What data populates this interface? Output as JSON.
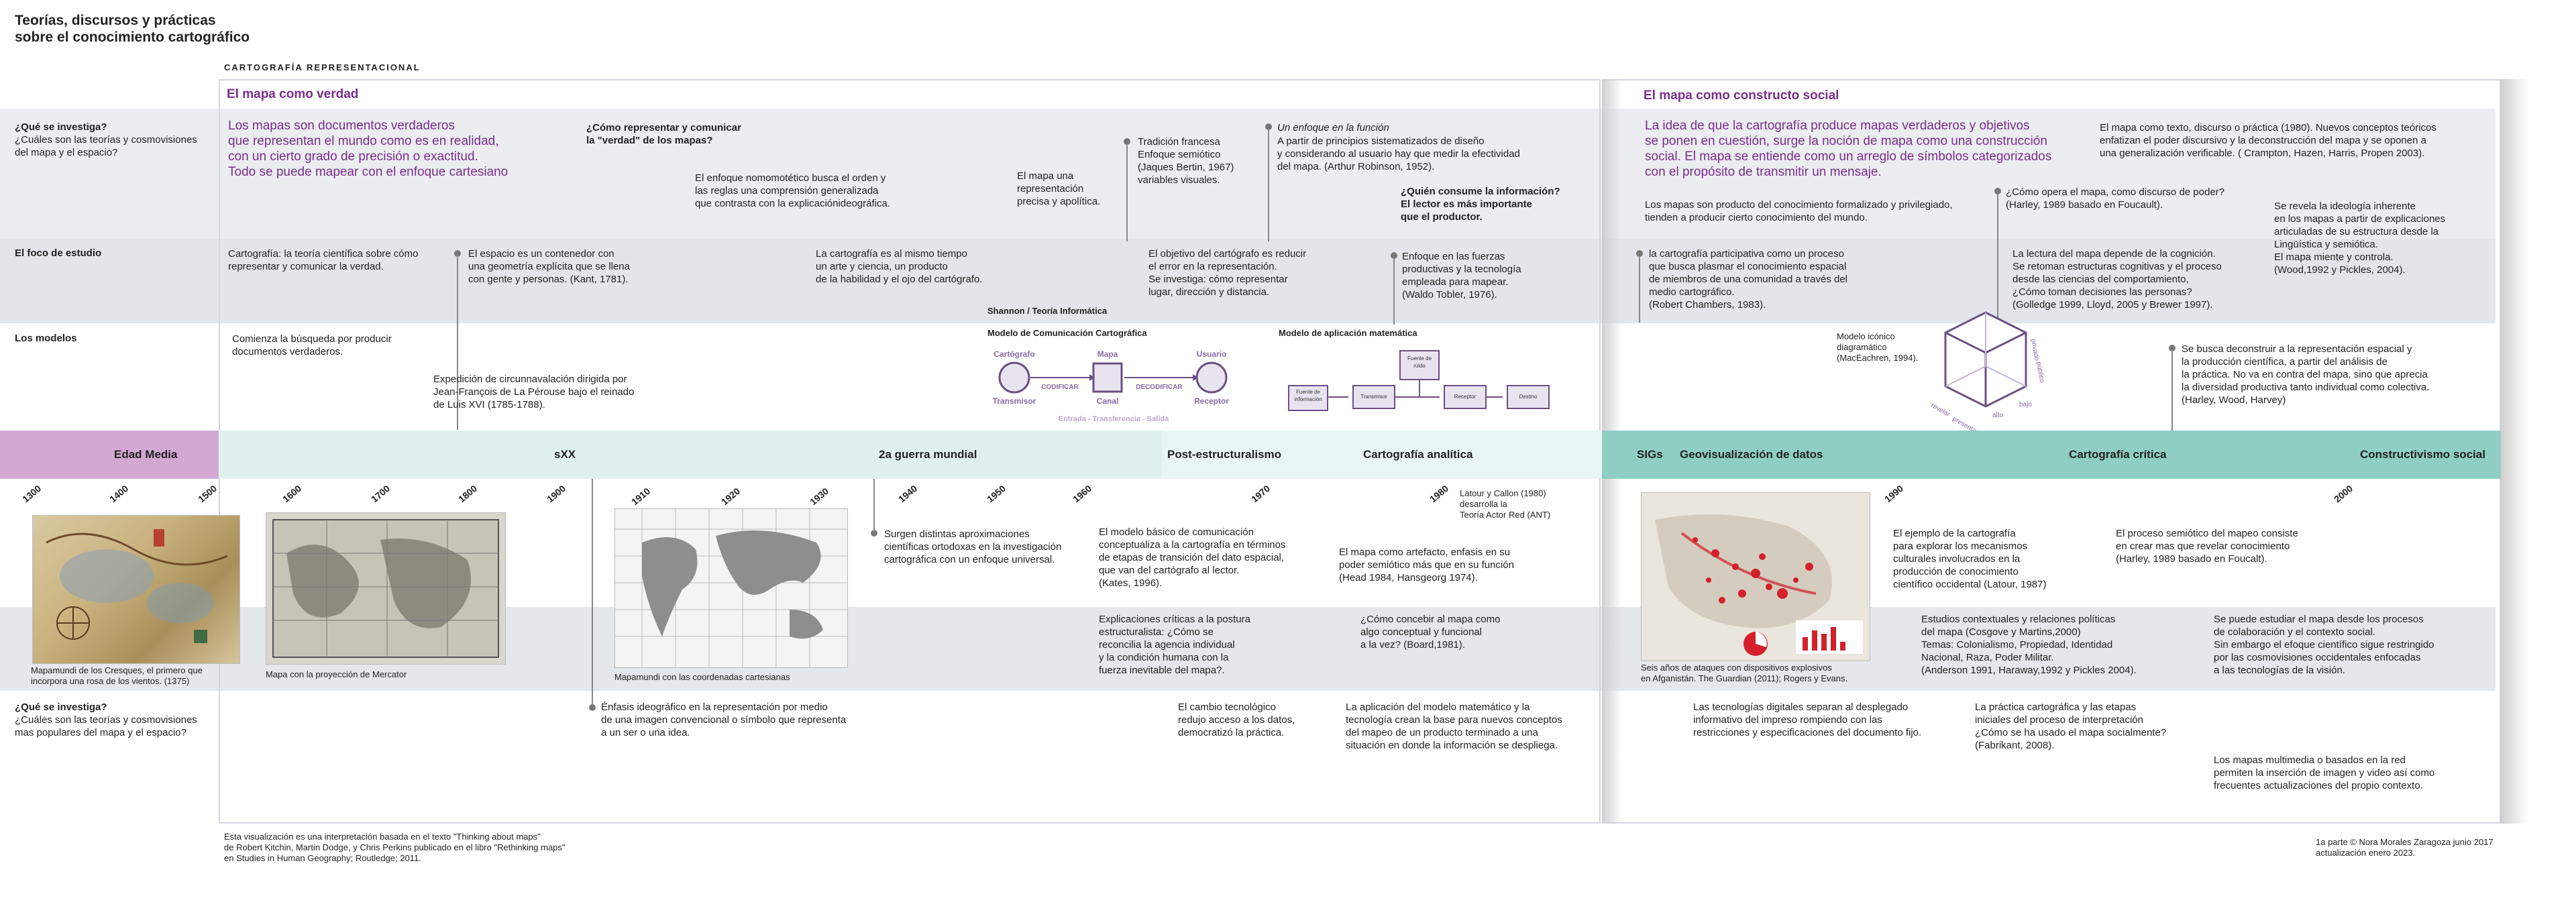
{
  "header": {
    "title": "Teorías, discursos y prácticas\nsobre el conocimiento cartográfico",
    "section_label": "CARTOGRAFÍA  REPRESENTACIONAL"
  },
  "panels": {
    "left_title": "El mapa como verdad",
    "right_title": "El mapa como constructo social"
  },
  "rows": {
    "investiga_label": "¿Qué se investiga?",
    "investiga_sub": "¿Cuáles son las teorías y cosmovisiones\ndel mapa y el espacio?",
    "foco_label": "El foco de estudio",
    "modelos_label": "Los modelos",
    "bottom_label": "¿Qué se investiga?",
    "bottom_sub": "¿Cuáles son las teorías y cosmovisiones\n mas populares del mapa y el espacio?"
  },
  "left": {
    "intro": "Los mapas son documentos verdaderos\nque representan el mundo como es en realidad,\ncon un cierto grado de precisión o exactitud.\nTodo se puede mapear con el enfoque cartesiano",
    "como_representar": "¿Cómo representar y comunicar\nla \"verdad\" de los mapas?",
    "nomotetico": "El enfoque nomomotético busca el orden y\nlas reglas una comprensión generalizada\nque contrasta con la explicaciónideográfica.",
    "preciso": "El mapa una\nrepresentación\nprecisa y apolítica.",
    "francesa": "Tradición francesa\nEnfoque semiótico\n(Jaques Bertin, 1967)\nvariables visuales.",
    "funcion_title": "Un enfoque en la función",
    "funcion": "A partir de principios sistematizados de diseño\ny considerando al usuario hay que medir la efectividad\ndel mapa. (Arthur Robinson, 1952).",
    "quien_consume": "¿Quién consume la información?\nEl lector es más importante\nque el productor.",
    "foco_cartografia": "Cartografía: la teoría científica sobre cómo\nrepresentar y comunicar la verdad.",
    "foco_espacio": "El espacio es un contenedor con\nuna geometría explícita que se llena\ncon gente y personas.     (Kant, 1781).",
    "foco_arte": "La cartografía es al mismo tiempo\nun arte y ciencia, un producto\nde la habilidad y el ojo del cartógrafo.",
    "foco_objetivo": "El objetivo del cartógrafo es reducir\nel error en la representación.\nSe investiga: cómo representar\nlugar, dirección y distancia.",
    "foco_fuerzas": "Enfoque en las fuerzas\nproductivas y la tecnología\nempleada para mapear.\n(Waldo Tobler, 1976).",
    "modelos_busqueda": "Comienza la búsqueda por producir\ndocumentos verdaderos.",
    "expedicion": "Expedición de circunnavalación dirigida por\nJean-François de La Pérouse bajo el reinado\nde Luis XVI (1785-1788).",
    "shannon": "Shannon / Teoría Informática",
    "modelo_com": "Modelo de Comunicación Cartográfica",
    "modelo_mat": "Modelo de aplicación matemática"
  },
  "com_model": {
    "nodes": [
      "Cartógrafo",
      "Mapa",
      "Usuario"
    ],
    "subs": [
      "Transmisor",
      "Canal",
      "Receptor"
    ],
    "arrows": [
      "CODIFICAR",
      "DECODIFICAR"
    ],
    "footer": "Entrada  -  Transferencia  -  Salida"
  },
  "math_model": {
    "boxes": [
      "Fuente de\ninformación",
      "Transmisor",
      "Fuente de\nruido",
      "Receptor",
      "Destino"
    ]
  },
  "right": {
    "intro": "La idea de que la cartografía produce mapas verdaderos y objetivos\nse ponen en cuestión, surge la noción de mapa como una construcción\nsocial. El mapa se entiende como un arreglo de símbolos categorizados\ncon el propósito de transmitir un mensaje.",
    "texto_discurso": "El mapa como texto, discurso o práctica (1980). Nuevos conceptos teóricos\nenfatizan el poder discursivo y la deconstrucción del mapa y se oponen a\nuna generalización verificable.  (  Crampton, Hazen, Harris, Propen 2003).",
    "producto": "Los mapas son producto del conocimiento formalizado y privilegiado,\ntienden a producir cierto conocimiento del mundo.",
    "opera": "¿Cómo opera el mapa, como discurso de poder?\n(Harley, 1989 basado en Foucault).",
    "ideologia": "Se revela la ideología inherente\nen los mapas a partir de explicaciones\narticuladas de su estructura desde la\nLingüística y semiótica.\nEl mapa miente y controla.\n(Wood,1992 y Pickles, 2004).",
    "participativa": "la cartografía participativa como un proceso\nque busca plasmar el conocimiento espacial\nde miembros de una comunidad a través del\nmedio cartográfico.\n(Robert Chambers, 1983).",
    "lectura": "La lectura del mapa depende de la cognición.\nSe retoman estructuras cognitivas y el proceso\ndesde las ciencias del comportamiento,\n¿Cómo toman decisiones las personas?\n(Golledge 1999, Lloyd, 2005 y Brewer 1997).",
    "iconico": "Modelo icónico\ndiagramático\n(MacEachren, 1994).",
    "deconstruir": "Se busca deconstruir a la representación espacial y\nla producción científica, a partir del análisis de\nla práctica. No va en contra del mapa, sino que aprecia\nla diversidad productiva tanto individual como colectiva.\n(Harley, Wood, Harvey)"
  },
  "cube_labels": [
    "privado",
    "público",
    "alto",
    "bajo",
    "revelar",
    "presentar"
  ],
  "timeline": {
    "eras": [
      "Edad Media",
      "sXX",
      "2a guerra mundial",
      "Post-estructuralismo",
      "Cartografía analítica",
      "SIGs",
      "Geovisualización de datos",
      "Cartografía crítica",
      "Constructivismo social"
    ],
    "ticks": [
      "1300",
      "1400",
      "1500",
      "1600",
      "1700",
      "1800",
      "1900",
      "1910",
      "1920",
      "1930",
      "1940",
      "1950",
      "1960",
      "1970",
      "1980",
      "1990",
      "2000"
    ]
  },
  "lower": {
    "cap_cresques": "Mapamundi de los Cresques, el primero que\nincorpora una rosa de los vientos. (1375)",
    "cap_mercator": "Mapa con la proyección de Mercator",
    "cap_cartesianas": "Mapamundi con las coordenadas cartesianas",
    "cap_ataques": "Seis años de ataques con dispositivos explosivos\nen Afganistán.   The Guardian (2011); Rogers y Evans.",
    "latour": "Latour y Callon (1980)\ndesarrolla la\nTeoría Actor Red (ANT)",
    "surgen": "Surgen distintas aproximaciones\ncientíficas ortodoxas en la investigación\ncartográfica con un enfoque universal.",
    "modelo_basico": "El modelo básico de comunicación\nconceptualiza a la cartografía en términos\nde etapas de transición del dato espacial,\nque van del cartógrafo al lector.\n(Kates, 1996).",
    "artefacto": "El mapa como artefacto, enfasis en su\npoder semiótico más que en su función\n(Head 1984, Hansgeorg 1974).",
    "ejemplo": "El ejemplo de la cartografía\npara explorar los mecanismos\nculturales involucrados en la\nproducción de conocimiento\ncientífico occidental (Latour, 1987)",
    "semiotico": "El proceso semiótico del mapeo consiste\nen crear mas que revelar conocimiento\n(Harley, 1989 basado en Foucalt).",
    "explicaciones": "Explicaciones críticas a la postura\nestructuralista: ¿Cómo se\nreconcilia la agencia individual\ny la condición humana con la\nfuerza inevitable del mapa?.",
    "concebir": "¿Cómo concebir al mapa como\nalgo conceptual y funcional\na la vez? (Board,1981).",
    "estudios": "Estudios contextuales y relaciones políticas\ndel mapa (Cosgove y Martins,2000)\nTemas: Colonialismo, Propiedad, Identidad\nNacional, Raza, Poder Militar.\n(Anderson 1991, Haraway,1992 y Pickles 2004).",
    "colaboracion": "Se puede estudiar el mapa desde los procesos\nde colaboración y el contexto social.\nSin embargo el efoque científico sigue restringido\npor las cosmovisiones occidentales enfocadas\na las tecnologías de la visión.",
    "enfasis": "Énfasis ideográfico en la representación por medio\nde una imagen convencional o símbolo que representa\na un ser o una idea.",
    "cambio": "El cambio tecnológico\nredujo acceso a los datos,\ndemocratizó la práctica.",
    "aplicacion": "La aplicación del modelo matemático y la\ntecnología crean la base para nuevos conceptos\ndel mapeo de un producto terminado a una\nsituación en donde la información se despliega.",
    "digitales": "Las tecnologías digitales separan al desplegado\ninformativo del impreso rompiendo con las\nrestricciones y especificaciones del documento fijo.",
    "practica": "La práctica cartográfica y las etapas\niniciales del proceso de interpretación\n¿Cómo se ha usado el mapa socialmente?\n(Fabrikant, 2008).",
    "multimedia": "Los mapas multimedia o basados en la red\npermiten la inserción de imagen y video así como\nfrecuentes actualizaciones del propio contexto."
  },
  "footer": {
    "source": "Esta visualización es una interpretación basada en el texto \"Thinking about maps\"\nde Robert Kitchin, Martin Dodge, y Chris Perkins publicado en el libro \"Rethinking maps\"\nen Studies in Human Geography; Routledge; 2011.",
    "credits": "1a parte  © Nora Morales Zaragoza  junio 2017\nactualización enero 2023."
  },
  "colors": {
    "purple": "#7a2e8c",
    "lavender": "#d3a8d3",
    "mint": "#e0f0ee",
    "teal": "#8fcfc3",
    "row_gray": "#e7eaee"
  }
}
